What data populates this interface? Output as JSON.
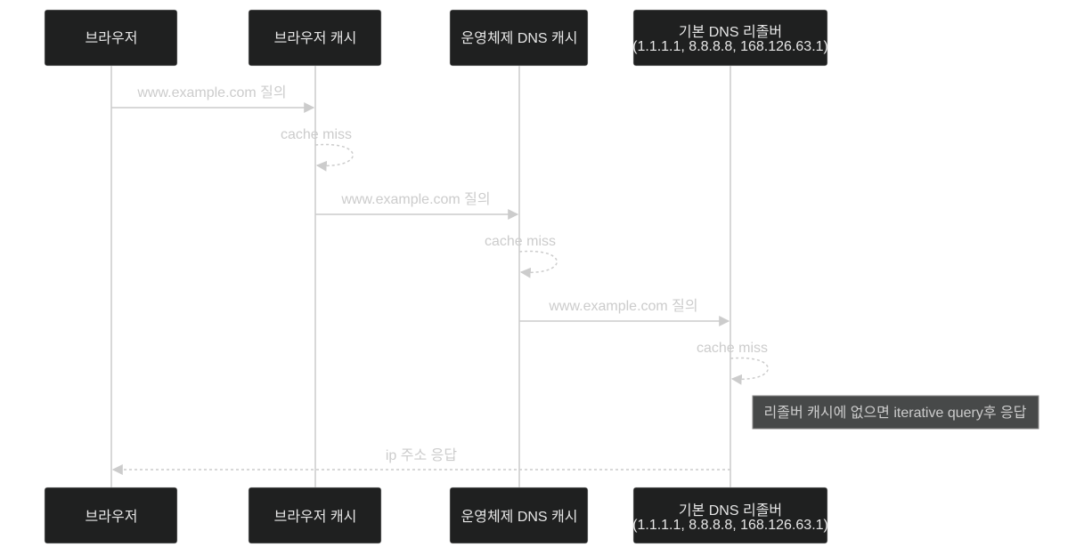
{
  "participants": [
    {
      "label": "브라우저"
    },
    {
      "label": "브라우저 캐시"
    },
    {
      "label": "운영체제 DNS 캐시"
    },
    {
      "label": "기본 DNS 리졸버",
      "sub": "(1.1.1.1, 8.8.8.8, 168.126.63.1)"
    }
  ],
  "messages": [
    {
      "from": "브라우저",
      "to": "브라우저 캐시",
      "label": "www.example.com 질의",
      "style": "solid"
    },
    {
      "from": "브라우저 캐시",
      "to": "브라우저 캐시",
      "label": "cache miss",
      "style": "dotted"
    },
    {
      "from": "브라우저 캐시",
      "to": "운영체제 DNS 캐시",
      "label": "www.example.com 질의",
      "style": "solid"
    },
    {
      "from": "운영체제 DNS 캐시",
      "to": "운영체제 DNS 캐시",
      "label": "cache miss",
      "style": "dotted"
    },
    {
      "from": "운영체제 DNS 캐시",
      "to": "기본 DNS 리졸버",
      "label": "www.example.com 질의",
      "style": "solid"
    },
    {
      "from": "기본 DNS 리졸버",
      "to": "기본 DNS 리졸버",
      "label": "cache miss",
      "style": "dotted"
    },
    {
      "from": "기본 DNS 리졸버",
      "to": "브라우저",
      "label": "ip 주소 응답",
      "style": "dotted"
    }
  ],
  "note": {
    "label": "리졸버 캐시에 없으면 iterative query후 응답"
  }
}
